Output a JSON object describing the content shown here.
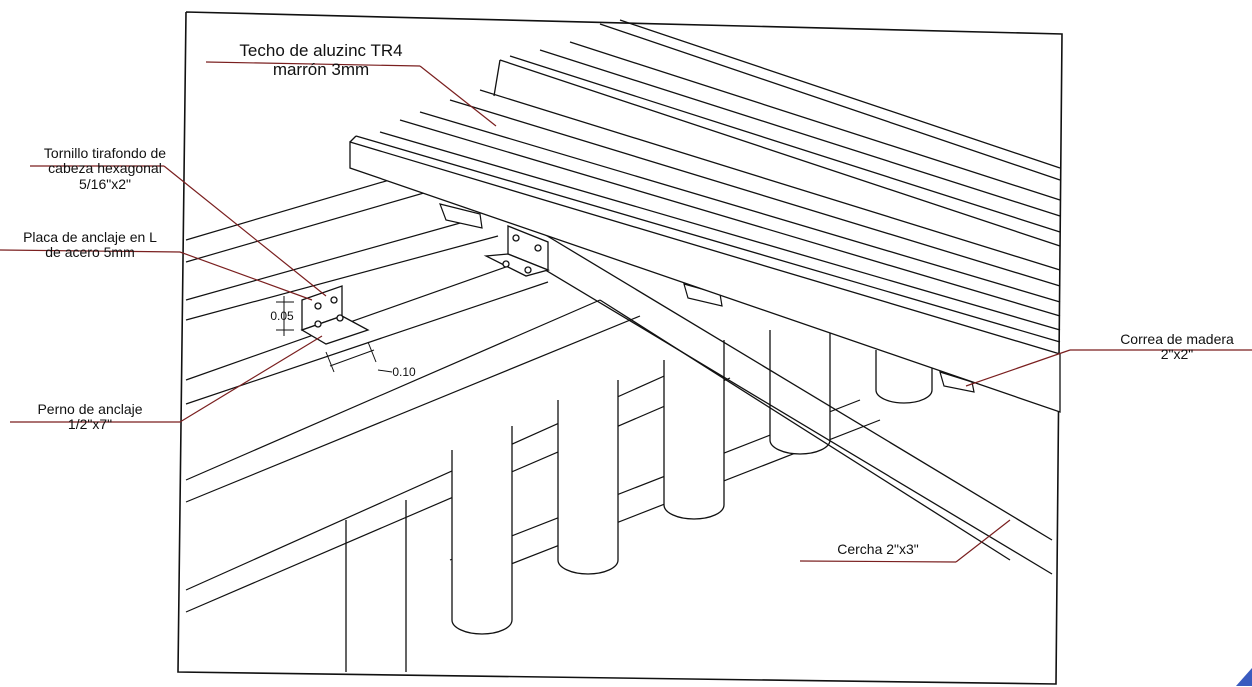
{
  "colors": {
    "ink": "#111111",
    "leader": "#7a1f1f",
    "hatch": "#333333",
    "paper": "#ffffff",
    "corner_mark": "#3a5bbf"
  },
  "labels": {
    "roof": {
      "line1": "Techo de aluzinc TR4",
      "line2": "marrón 3mm"
    },
    "screw": {
      "line1": "Tornillo tirafondo de",
      "line2": "cabeza hexagonal",
      "line3": "5/16\"x2\""
    },
    "plate": {
      "line1": "Placa de anclaje en L",
      "line2": "de acero 5mm"
    },
    "bolt": {
      "line1": "Perno de anclaje",
      "line2": "1/2\"x7\""
    },
    "purlin": {
      "line1": "Correa de madera",
      "line2": "2\"x2\""
    },
    "truss": {
      "line1": "Cercha 2\"x3\""
    }
  },
  "dimensions": {
    "plate_height": "0.05",
    "plate_width": "0.10"
  }
}
